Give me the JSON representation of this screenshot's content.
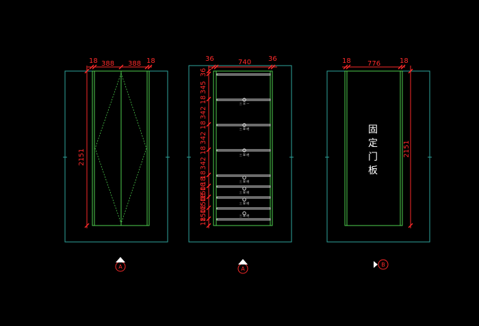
{
  "elevation_a": {
    "top_dims": [
      "18",
      "388",
      "388",
      "18"
    ],
    "height_dim": "2151",
    "marker": "A"
  },
  "elevation_middle": {
    "top_dims": [
      "36",
      "740",
      "36"
    ],
    "left_dims": [
      "36",
      "345",
      "18",
      "342",
      "18",
      "342",
      "18",
      "342",
      "18",
      "18",
      "18",
      "150",
      "18",
      "150",
      "18",
      "150",
      "18"
    ],
    "drawer_labels": [
      "三 半 一",
      "三 翠 吧",
      "三 翠 吧",
      "三 翠 吧",
      "三 翠 吧",
      "三 翠 吧",
      "三 翠 吧"
    ],
    "marker": "A"
  },
  "elevation_b": {
    "top_dims": [
      "18",
      "776",
      "18"
    ],
    "height_dim": "2151",
    "panel_label": [
      "固",
      "定",
      "门",
      "板"
    ],
    "marker": "B"
  },
  "colors": {
    "dimension": "#ff2a2a",
    "outline": "#2fa7a0",
    "panel": "#4fd24f",
    "shelf": "#d8d8d8",
    "background": "#000000"
  }
}
